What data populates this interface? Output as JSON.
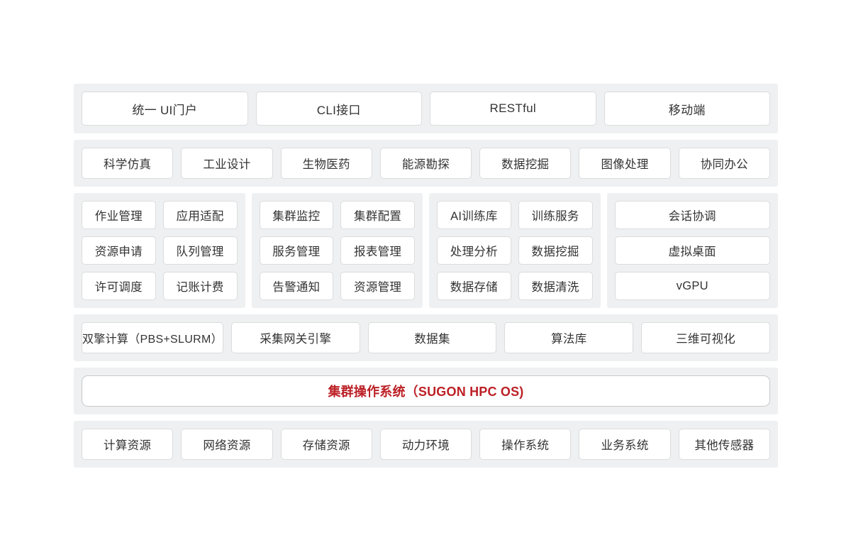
{
  "diagram": {
    "type": "layered-architecture",
    "title_bar": {
      "label": "集群操作系统（SUGON HPC OS)",
      "color": "#bc2026"
    },
    "layers": [
      {
        "name": "access-layer",
        "boxes": [
          {
            "label": "统一 UI门户"
          },
          {
            "label": "CLI接口"
          },
          {
            "label": "RESTful"
          },
          {
            "label": "移动端"
          }
        ]
      },
      {
        "name": "application-layer",
        "boxes": [
          {
            "label": "科学仿真"
          },
          {
            "label": "工业设计"
          },
          {
            "label": "生物医药"
          },
          {
            "label": "能源勘探"
          },
          {
            "label": "数据挖掘"
          },
          {
            "label": "图像处理"
          },
          {
            "label": "协同办公"
          }
        ]
      },
      {
        "name": "function-groups-layer",
        "groups": [
          {
            "name": "job-management-group",
            "rows": [
              [
                "作业管理",
                "应用适配"
              ],
              [
                "资源申请",
                "队列管理"
              ],
              [
                "许可调度",
                "记账计费"
              ]
            ]
          },
          {
            "name": "cluster-operation-group",
            "rows": [
              [
                "集群监控",
                "集群配置"
              ],
              [
                "服务管理",
                "报表管理"
              ],
              [
                "告警通知",
                "资源管理"
              ]
            ]
          },
          {
            "name": "ai-data-group",
            "rows": [
              [
                "AI训练库",
                "训练服务"
              ],
              [
                "处理分析",
                "数据挖掘"
              ],
              [
                "数据存储",
                "数据清洗"
              ]
            ]
          },
          {
            "name": "visualization-group",
            "rows": [
              [
                "会话协调"
              ],
              [
                "虚拟桌面"
              ],
              [
                "vGPU"
              ]
            ]
          }
        ]
      },
      {
        "name": "engine-layer",
        "boxes": [
          {
            "label": "双擎计算（PBS+SLURM）"
          },
          {
            "label": "采集网关引擎"
          },
          {
            "label": "数据集"
          },
          {
            "label": "算法库"
          },
          {
            "label": "三维可视化"
          }
        ]
      },
      {
        "name": "os-layer",
        "boxes": [
          {
            "label": "集群操作系统（SUGON HPC OS)"
          }
        ]
      },
      {
        "name": "resource-layer",
        "boxes": [
          {
            "label": "计算资源"
          },
          {
            "label": "网络资源"
          },
          {
            "label": "存储资源"
          },
          {
            "label": "动力环境"
          },
          {
            "label": "操作系统"
          },
          {
            "label": "业务系统"
          },
          {
            "label": "其他传感器"
          }
        ]
      }
    ]
  }
}
